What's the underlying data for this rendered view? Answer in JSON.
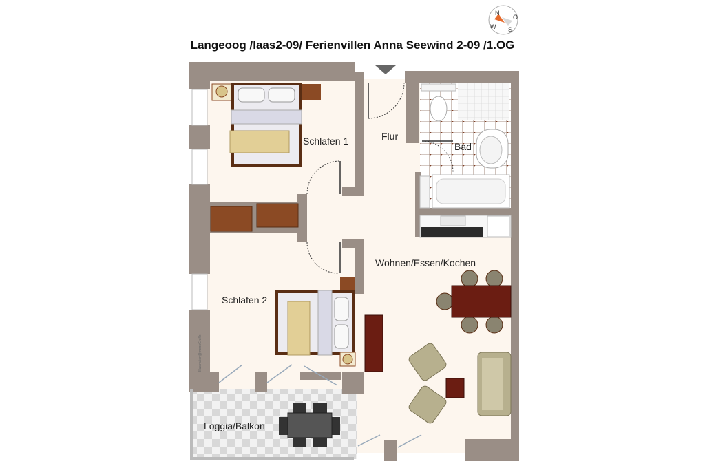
{
  "title": "Langeoog /laas2-09/ Ferienvillen Anna Seewind 2-09 /1.OG",
  "rooms": {
    "schlafen1": "Schlafen 1",
    "flur": "Flur",
    "bad": "Bad",
    "wohnen": "Wohnen/Essen/Kochen",
    "schlafen2": "Schlafen 2",
    "loggia": "Loggia/Balkon"
  },
  "credit": "Illustration@immoGrafik",
  "compass": {
    "n": "N",
    "o": "O",
    "s": "S",
    "w": "W"
  },
  "colors": {
    "wall": "#9a8e86",
    "floor": "#fdf6ee",
    "wood": "#8b4a24",
    "tile": "#dcdcdc"
  }
}
